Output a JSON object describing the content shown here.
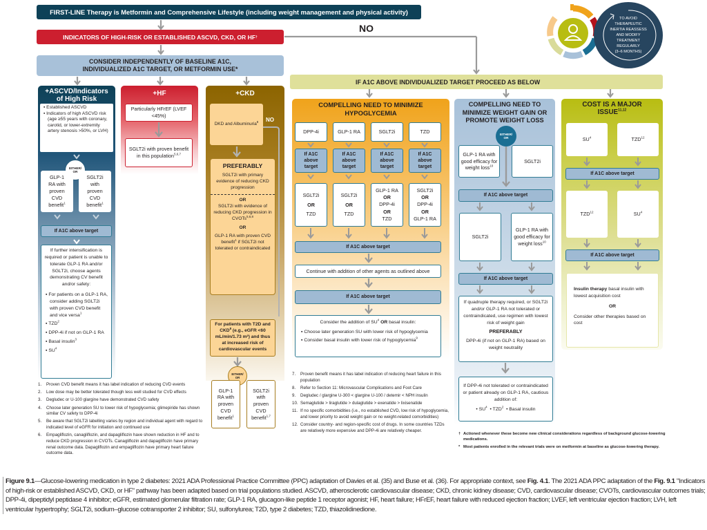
{
  "top": {
    "first_line": "FIRST-LINE Therapy is Metformin and Comprehensive Lifestyle (including weight management and physical activity)",
    "indicators": "INDICATORS OF HIGH-RISK OR ESTABLISHED ASCVD, CKD, OR HF",
    "indicators_sup": "†",
    "no_label": "NO",
    "consider_line1": "CONSIDER INDEPENDENTLY OF BASELINE A1C,",
    "consider_line2": "INDIVIDUALIZED A1C TARGET, OR METFORMIN USE*",
    "proceed": "IF A1C ABOVE INDIVIDUALIZED TARGET PROCEED AS BELOW",
    "inertia": [
      "TO AVOID",
      "THERAPEUTIC",
      "INERTIA REASSESS",
      "AND MODIFY",
      "TREATMENT",
      "REGULARLY",
      "(3–6 MONTHS)"
    ]
  },
  "ascvd": {
    "title_line1": "+ASCVD/Indicators",
    "title_line2": "of High Risk",
    "bullets": [
      "Established ASCVD",
      "Indicators of high ASCVD risk (age ≥55 years with coronary, carotid, or lower-extremity artery stenosis >50%, or LVH)"
    ],
    "either_or": [
      "EITHER/",
      "OR"
    ],
    "opt_left": [
      "GLP-1",
      "RA with",
      "proven",
      "CVD",
      "benefit"
    ],
    "opt_left_sup": "1",
    "opt_right": [
      "SGLT2i",
      "with",
      "proven",
      "CVD",
      "benefit"
    ],
    "opt_right_sup": "1",
    "a1c": "If A1C above target",
    "further_text": "If further intensification is required or patient is unable to tolerate GLP-1 RA and/or SGLT2i, choose agents demonstrating CV benefit and/or safety:",
    "further_bullets": [
      {
        "text": "For patients on a GLP-1 RA, consider adding SGLT2i with proven CVD benefit and vice versa",
        "sup": "1"
      },
      {
        "text": "TZD",
        "sup": "2"
      },
      {
        "text": "DPP-4i if not on GLP-1 RA",
        "sup": ""
      },
      {
        "text": "Basal insulin",
        "sup": "3"
      },
      {
        "text": "SU",
        "sup": "4"
      }
    ]
  },
  "hf": {
    "title": "+HF",
    "box1": "Particularly HFrEF (LVEF <45%)",
    "box2": "SGLT2i with proven benefit in this population",
    "box2_sup": "5,6,7"
  },
  "ckd": {
    "title": "+CKD",
    "dkd": "DKD and Albuminuria",
    "dkd_sup": "8",
    "no_label": "NO",
    "preferably": "PREFERABLY",
    "pref_text1": "SGLT2i with primary evidence of reducing CKD progression",
    "or1": "OR",
    "pref_text2": "SGLT2i with evidence of reducing CKD progression in CVOTs",
    "pref_text2_sup": "5,6,8",
    "or2": "OR",
    "pref_text3": "GLP-1 RA with proven CVD benefit",
    "pref_text3_sup": "1",
    "pref_text3_tail": " if SGLT2i not tolerated or contraindicated",
    "patients_box": "For patients with T2D and CKD",
    "patients_sup": "8",
    "patients_tail": " (e.g., eGFR <60 mL/min/1.73 m²) and thus at increased risk of cardiovascular events",
    "either_or": [
      "EITHER/",
      "OR"
    ],
    "opt_left": [
      "GLP-1",
      "RA with",
      "proven",
      "CVD",
      "benefit"
    ],
    "opt_left_sup": "1",
    "opt_right": [
      "SGLT2i",
      "with",
      "proven",
      "CVD",
      "benefit"
    ],
    "opt_right_sup": "1,7"
  },
  "hypo": {
    "title_line1": "COMPELLING NEED TO MINIMIZE",
    "title_line2": "HYPOGLYCEMIA",
    "drugs": [
      "DPP-4i",
      "GLP-1 RA",
      "SGLT2i",
      "TZD"
    ],
    "a1c_small": [
      "If A1C",
      "above",
      "target"
    ],
    "next": [
      [
        "SGLT2i",
        "OR",
        "TZD"
      ],
      [
        "SGLT2i",
        "OR",
        "TZD"
      ],
      [
        "GLP-1 RA",
        "OR",
        "DPP-4i",
        "OR",
        "TZD"
      ],
      [
        "SGLT2i",
        "OR",
        "DPP-4i",
        "OR",
        "GLP-1 RA"
      ]
    ],
    "a1c": "If A1C above target",
    "continue": "Continue with addition of other agents as outlined above",
    "a1c2": "If A1C above target",
    "consider_pre": "Consider the addition of SU",
    "consider_sup": "4",
    "consider_or": "OR",
    "consider_post": " basal insulin:",
    "bullets": [
      {
        "text": "Choose later generation SU with lower risk of hypoglycemia",
        "sup": ""
      },
      {
        "text": "Consider basal insulin with lower risk of hypoglycemia",
        "sup": "9"
      }
    ]
  },
  "weight": {
    "title_line1": "COMPELLING NEED TO",
    "title_line2": "MINIMIZE WEIGHT GAIN OR",
    "title_line3": "PROMOTE WEIGHT LOSS",
    "either_or": [
      "EITHER/",
      "OR"
    ],
    "left": "GLP-1 RA with good efficacy for weight loss",
    "left_sup": "10",
    "right": "SGLT2i",
    "a1c": "If A1C above target",
    "left2": "SGLT2i",
    "right2": "GLP-1 RA with good efficacy for weight loss",
    "right2_sup": "10",
    "a1c2": "If A1C above target",
    "quad_text": "If quadruple therapy required, or SGLT2i and/or GLP-1 RA not tolerated or contraindicated, use regimen with lowest risk of weight gain",
    "preferably": "PREFERABLY",
    "pref_text": "DPP-4i (if not on GLP-1 RA) based on weight neutrality",
    "dpp_text": "If DPP-4i not tolerated or contraindicated or patient already on GLP-1 RA, cautious addition of:",
    "dpp_items": [
      {
        "text": "SU",
        "sup": "4"
      },
      {
        "text": "TZD",
        "sup": "2"
      },
      {
        "text": "Basal insulin",
        "sup": ""
      }
    ]
  },
  "cost": {
    "title_line1": "COST IS A MAJOR",
    "title_line2": "ISSUE",
    "title_sup": "11,12",
    "box1": "SU",
    "box1_sup": "4",
    "box2": "TZD",
    "box2_sup": "12",
    "a1c": "If A1C above target",
    "box3": "TZD",
    "box3_sup": "12",
    "box4": "SU",
    "box4_sup": "4",
    "a1c2": "If A1C above target",
    "insulin_bold": "Insulin therapy",
    "insulin_text": " basal insulin with lowest acquisition cost",
    "or": "OR",
    "other": "Consider other therapies based on cost"
  },
  "footnotes_left": [
    {
      "n": "1.",
      "t": "Proven CVD benefit means it has label indication of reducing CVD events"
    },
    {
      "n": "2.",
      "t": "Low dose may be better tolerated though less well studied for CVD effects"
    },
    {
      "n": "3.",
      "t": "Degludec or U-100 glargine have demonstrated CVD safety"
    },
    {
      "n": "4.",
      "t": "Choose later generation SU to lower risk of hypoglycemia; glimepiride has shown similar CV safety to DPP-4i"
    },
    {
      "n": "5.",
      "t": "Be aware that SGLT2i labelling varies by region and individual agent with regard to indicated level of eGFR for initiation and continued use"
    },
    {
      "n": "6.",
      "t": "Empagliflozin, canagliflozin, and dapagliflozin have shown reduction in HF and to reduce CKD progression in CVOTs. Canagliflozin and dapagliflozin have primary renal outcome data. Dapagliflozin and empagliflozin have primary heart failure outcome data."
    }
  ],
  "footnotes_mid": [
    {
      "n": "7.",
      "t": "Proven benefit means it has label indication of reducing heart failure in this population"
    },
    {
      "n": "8.",
      "t": "Refer to Section 11: Microvascular Complications and Foot Care"
    },
    {
      "n": "9.",
      "t": "Degludec / glargine U-300 < glargine U-100 / detemir < NPH insulin"
    },
    {
      "n": "10.",
      "t": "Semaglutide > liraglutide > dulaglutide > exenatide > lixisenatide"
    },
    {
      "n": "11.",
      "t": "If no specific comorbidities (i.e., no established CVD, low risk of hypoglycemia, and lower priority to avoid weight gain or no weight-related comorbidities)"
    },
    {
      "n": "12.",
      "t": "Consider country- and region-specific cost of drugs. In some countries TZDs are relatively more expensive and DPP-4i are relatively cheaper."
    }
  ],
  "footnotes_right": [
    {
      "n": "†",
      "t": "Actioned whenever these become new clinical considerations regardless of background glucose-lowering medications."
    },
    {
      "n": "*",
      "t": "Most patients enrolled in the relevant trials were on metformin at baseline as glucose-lowering therapy."
    }
  ],
  "caption": {
    "label": "Figure 9.1",
    "text": "—Glucose-lowering medication in type 2 diabetes: 2021 ADA Professional Practice Committee (PPC) adaptation of Davies et al. (35) and Buse et al. (36). For appropriate context, see ",
    "ref1": "Fig. 4.1",
    "text2": ". The 2021 ADA PPC adaptation of the ",
    "ref2": "Fig. 9.1",
    "text3": " \"Indicators of high-risk or established ASCVD, CKD, or HF\" pathway has been adapted based on trial populations studied. ASCVD, atherosclerotic cardiovascular disease; CKD, chronic kidney disease; CVD, cardiovascular disease; CVOTs, cardiovascular outcomes trials; DPP-4i, dipeptidyl peptidase 4 inhibitor; eGFR, estimated glomerular filtration rate; GLP-1 RA, glucagon-like peptide 1 receptor agonist; HF, heart failure; HFrEF, heart failure with reduced ejection fraction; LVEF, left ventricular ejection fraction; LVH, left ventricular hypertrophy; SGLT2i, sodium–glucose cotransporter 2 inhibitor; SU, sulfonylurea; T2D, type 2 diabetes; TZD, thiazolidinedione."
  },
  "colors": {
    "navy": "#0e4157",
    "red": "#cc1f2f",
    "light_blue": "#a8c1d9",
    "brown": "#8c6400",
    "orange": "#f0a31b",
    "olive": "#b8bd12",
    "pale_olive": "#dfe09a",
    "a1c_blue": "#9fbad3"
  }
}
